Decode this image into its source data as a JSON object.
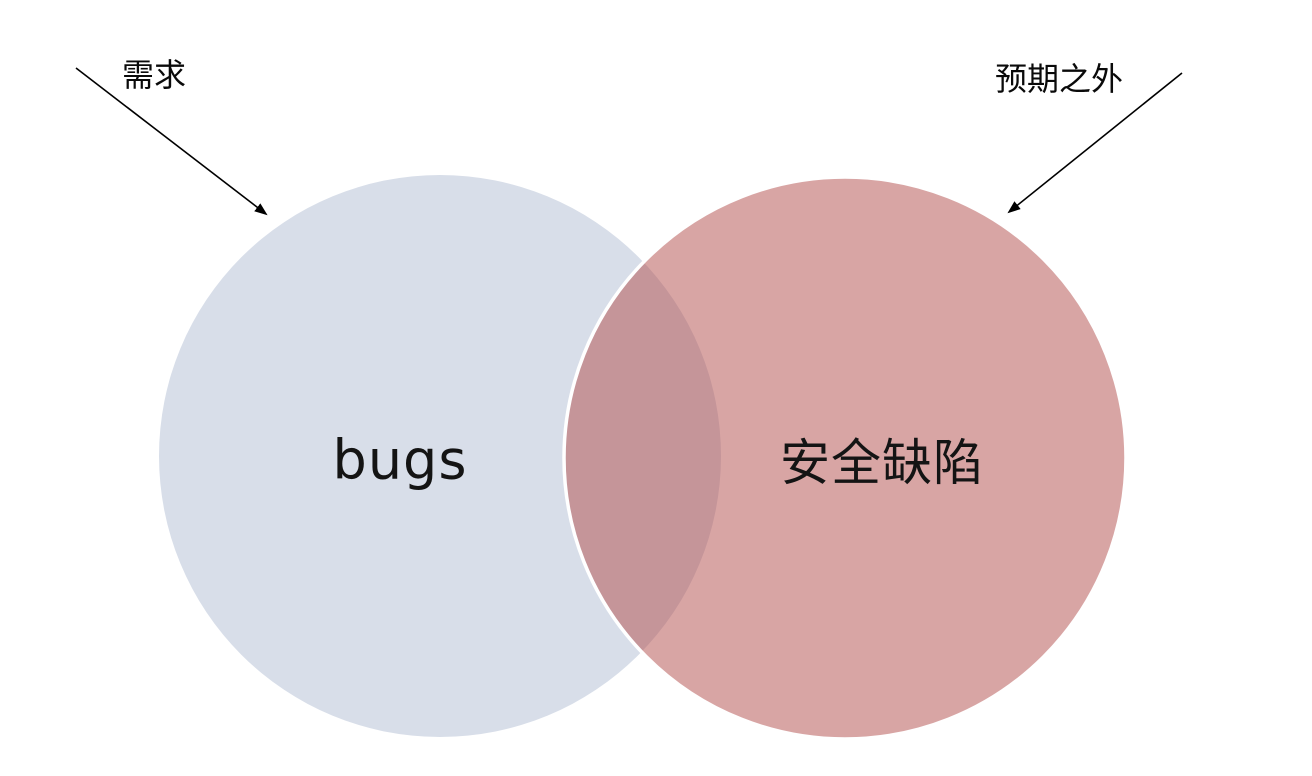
{
  "diagram": {
    "type": "venn",
    "background_color": "#ffffff",
    "left_circle": {
      "label": "bugs",
      "fill_color": "#d8dee9"
    },
    "right_circle": {
      "label": "安全缺陷",
      "fill_color": "#b14b49",
      "fill_opacity": "0.5",
      "rendered_color": "#d7a4a3",
      "outline_color": "#ffffff"
    },
    "overlap_color": "#c29199",
    "annotations": {
      "left": {
        "label": "需求"
      },
      "right": {
        "label": "预期之外"
      }
    },
    "arrow_color": "#000000"
  }
}
